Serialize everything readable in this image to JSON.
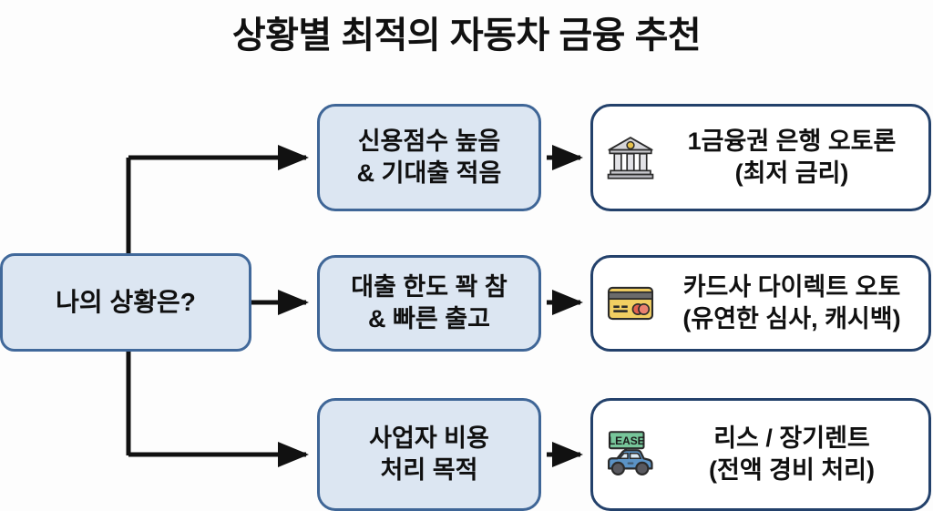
{
  "title": "상황별 최적의 자동차 금융 추천",
  "colors": {
    "background": "#fdfdfd",
    "condition_fill": "#dce6f2",
    "condition_border": "#3f6697",
    "result_fill": "#ffffff",
    "result_border": "#23416b",
    "connector": "#111111",
    "text": "#101010"
  },
  "root": {
    "label": "나의 상황은?"
  },
  "branches": [
    {
      "condition": {
        "label": "신용점수 높음\n& 기대출 적음"
      },
      "result": {
        "icon": "bank-building-icon",
        "label": "1금융권 은행 오토론\n(최저 금리)"
      }
    },
    {
      "condition": {
        "label": "대출 한도 꽉 참\n& 빠른 출고"
      },
      "result": {
        "icon": "credit-card-icon",
        "label": "카드사 다이렉트 오토\n(유연한 심사, 캐시백)"
      }
    },
    {
      "condition": {
        "label": "사업자 비용\n처리 목적"
      },
      "result": {
        "icon": "lease-car-icon",
        "label": "리스 / 장기렌트\n(전액 경비 처리)"
      }
    }
  ],
  "chart_data": {
    "type": "diagram",
    "diagram_type": "flowchart",
    "title": "상황별 최적의 자동차 금융 추천",
    "orientation": "left-to-right",
    "nodes": [
      {
        "id": "root",
        "label": "나의 상황은?",
        "kind": "decision",
        "column": 0
      },
      {
        "id": "cond1",
        "label": "신용점수 높음 & 기대출 적음",
        "kind": "condition",
        "column": 1
      },
      {
        "id": "cond2",
        "label": "대출 한도 꽉 참 & 빠른 출고",
        "kind": "condition",
        "column": 1
      },
      {
        "id": "cond3",
        "label": "사업자 비용 처리 목적",
        "kind": "condition",
        "column": 1
      },
      {
        "id": "res1",
        "label": "1금융권 은행 오토론 (최저 금리)",
        "kind": "result",
        "column": 2,
        "icon": "bank-building-icon"
      },
      {
        "id": "res2",
        "label": "카드사 다이렉트 오토 (유연한 심사, 캐시백)",
        "kind": "result",
        "column": 2,
        "icon": "credit-card-icon"
      },
      {
        "id": "res3",
        "label": "리스 / 장기렌트 (전액 경비 처리)",
        "kind": "result",
        "column": 2,
        "icon": "lease-car-icon"
      }
    ],
    "edges": [
      {
        "from": "root",
        "to": "cond1"
      },
      {
        "from": "root",
        "to": "cond2"
      },
      {
        "from": "root",
        "to": "cond3"
      },
      {
        "from": "cond1",
        "to": "res1"
      },
      {
        "from": "cond2",
        "to": "res2"
      },
      {
        "from": "cond3",
        "to": "res3"
      }
    ]
  }
}
